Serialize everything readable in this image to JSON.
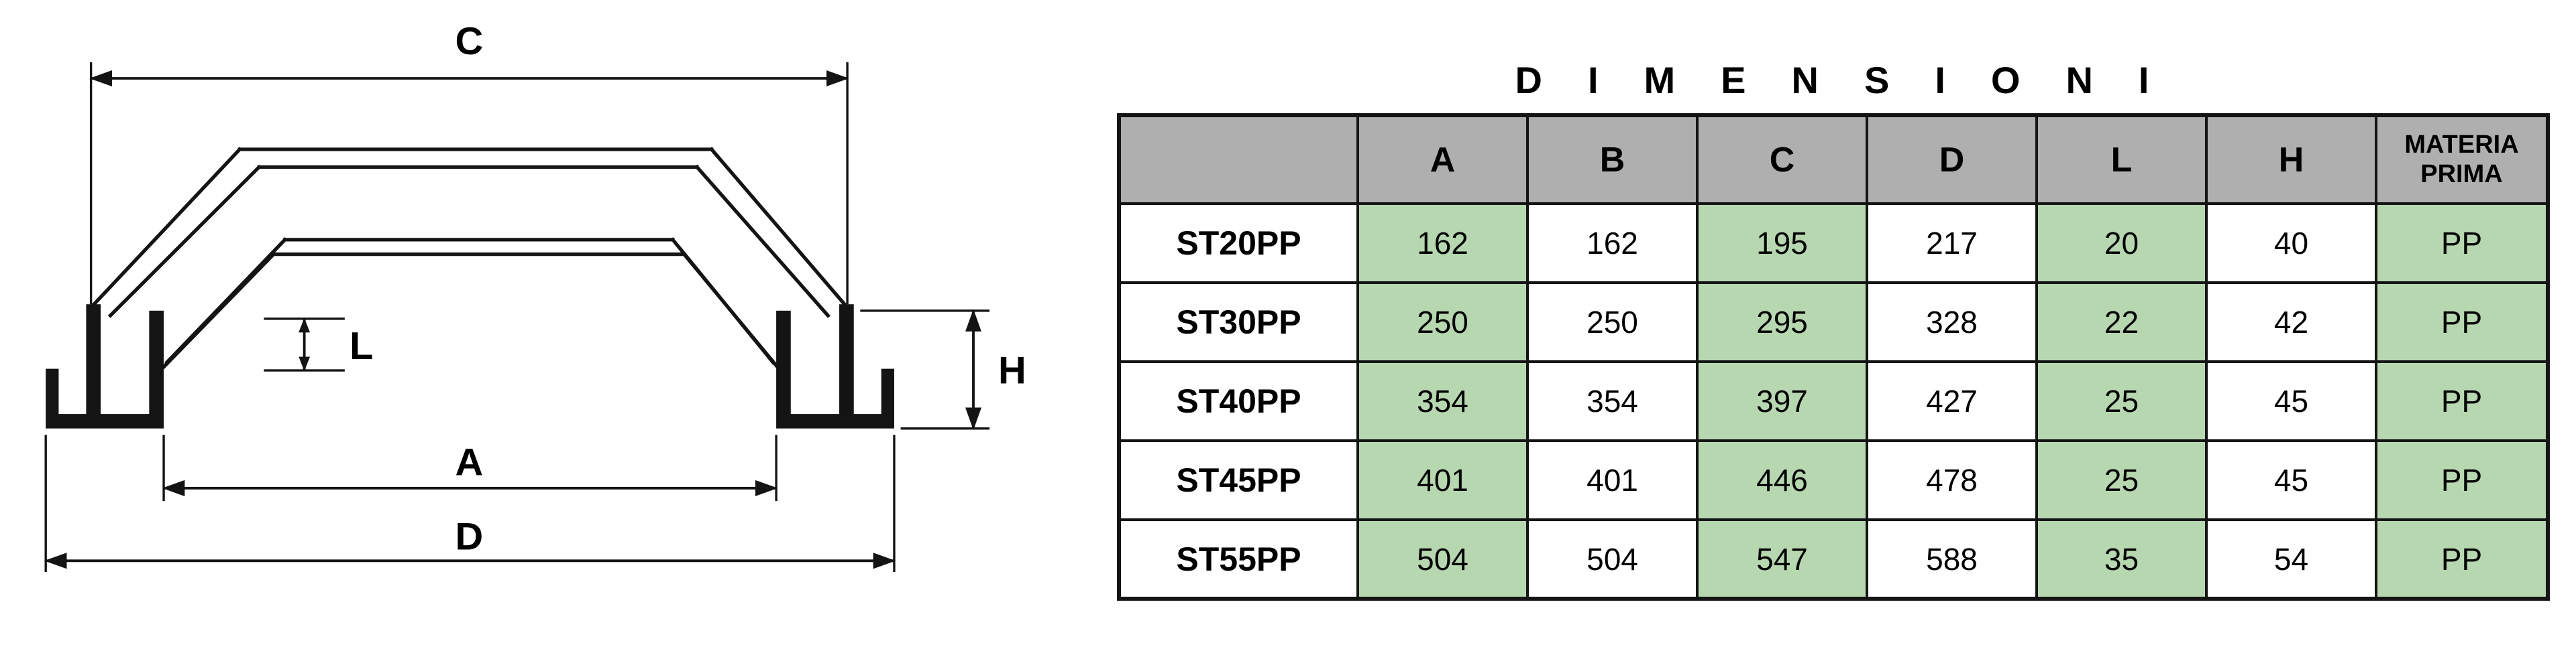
{
  "diagram": {
    "labels": {
      "c": "C",
      "l": "L",
      "h": "H",
      "a": "A",
      "d": "D"
    }
  },
  "table": {
    "title": "DIMENSIONI",
    "corner_label": "",
    "columns": [
      "A",
      "B",
      "C",
      "D",
      "L",
      "H",
      "MATERIA PRIMA"
    ],
    "rows": [
      {
        "model": "ST20PP",
        "values": [
          "162",
          "162",
          "195",
          "217",
          "20",
          "40",
          "PP"
        ]
      },
      {
        "model": "ST30PP",
        "values": [
          "250",
          "250",
          "295",
          "328",
          "22",
          "42",
          "PP"
        ]
      },
      {
        "model": "ST40PP",
        "values": [
          "354",
          "354",
          "397",
          "427",
          "25",
          "45",
          "PP"
        ]
      },
      {
        "model": "ST45PP",
        "values": [
          "401",
          "401",
          "446",
          "478",
          "25",
          "45",
          "PP"
        ]
      },
      {
        "model": "ST55PP",
        "values": [
          "504",
          "504",
          "547",
          "588",
          "35",
          "54",
          "PP"
        ]
      }
    ]
  },
  "colors": {
    "header_bg": "#afafaf",
    "highlight_bg": "#b7d7b1",
    "table_border": "#141414",
    "line": "#141414"
  }
}
